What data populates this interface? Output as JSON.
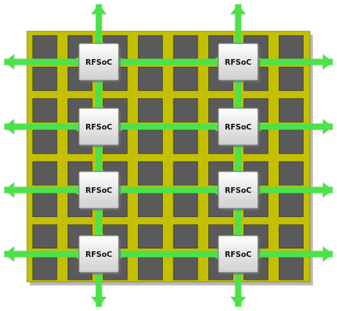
{
  "diagram": {
    "board": {
      "tile_rows": 8,
      "tile_cols": 8,
      "colors": {
        "board": "#c4c000",
        "board_edge": "#8f8b00",
        "tile": "#5a5a5a",
        "tile_edge": "#3a3a3a",
        "shadow": "#b9b9b9"
      }
    },
    "interconnect": {
      "color": "#4de24a",
      "dark": "#2fae2d"
    },
    "chips": [
      {
        "label": "RFSoC"
      },
      {
        "label": "RFSoC"
      },
      {
        "label": "RFSoC"
      },
      {
        "label": "RFSoC"
      },
      {
        "label": "RFSoC"
      },
      {
        "label": "RFSoC"
      },
      {
        "label": "RFSoC"
      },
      {
        "label": "RFSoC"
      }
    ],
    "chip_colors": {
      "face": "#f4f4f4",
      "edge": "#7a7a7a",
      "text": "#111111"
    }
  }
}
